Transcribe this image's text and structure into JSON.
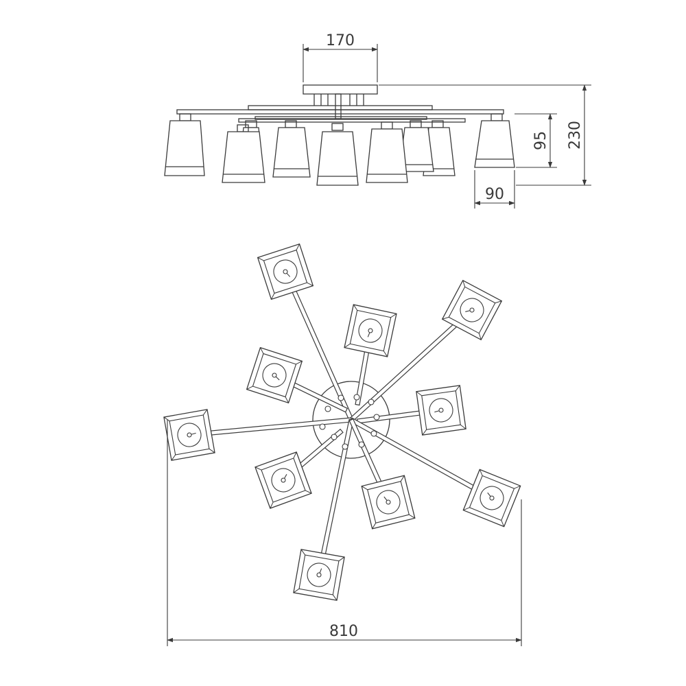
{
  "diagram": {
    "colors": {
      "line": "#3a3a3a",
      "background": "#ffffff"
    },
    "dimensions": {
      "canopy_width": "170",
      "total_height": "230",
      "shade_height": "95",
      "shade_width": "90",
      "overall_width": "810"
    },
    "lamp_count": 10
  }
}
